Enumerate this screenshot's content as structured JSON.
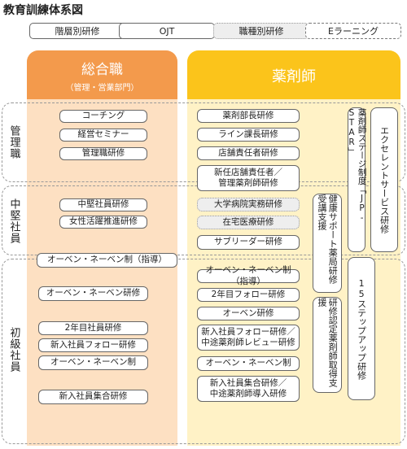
{
  "title": "教育訓練体系図",
  "legend": {
    "tiered": "階層別研修",
    "ojt": "OJT",
    "job_type": "職種別研修",
    "elearning": "Eラーニング"
  },
  "columns": {
    "general": {
      "title": "総合職",
      "subtitle": "（管理・営業部門）"
    },
    "pharmacist": {
      "title": "薬剤師"
    }
  },
  "row_labels": {
    "management": "管理職",
    "mid": "中堅社員",
    "junior": "初級社員"
  },
  "general_boxes": {
    "coaching": "コーチング",
    "mgmt_seminar": "経営セミナー",
    "mgmt_training": "管理職研修",
    "mid_training": "中堅社員研修",
    "women": "女性活躍推進研修",
    "oben_system_lead": "オーベン・ネーベン制（指導）",
    "oben_training": "オーベン・ネーベン研修",
    "second_year": "2年目社員研修",
    "newcomer_followup": "新入社員フォロー研修",
    "oben_system": "オーベン・ネーベン制",
    "newcomer_group": "新入社員集合研修"
  },
  "pharm_boxes": {
    "dept_head": "薬剤部長研修",
    "line_manager": "ライン課長研修",
    "store_manager": "店舗責任者研修",
    "new_store_manager": "新任店舗責任者／\n管理薬剤師研修",
    "univ_hospital": "大学病院実務研修",
    "home_care": "在宅医療研修",
    "sub_leader": "サブリーダー研修",
    "oben_system_lead": "オーベン・ネーベン制（指導）",
    "second_year_followup": "2年目フォロー研修",
    "oben_training": "オーベン研修",
    "newcomer_followup": "新入社員フォロー研修／\n中途薬剤師レビュー研修",
    "oben_system": "オーベン・ネーベン制",
    "newcomer_group": "新入社員集合研修／\n中途薬剤師導入研修"
  },
  "vertical_boxes": {
    "jp_star": "薬剤師ステージ制度「JP-STAR」",
    "excellent_service": "エクセレントサービス研修",
    "health_support": "健康サポート薬局研修受講支援",
    "fifteen_step": "15ステップアップ研修",
    "certified": "研修認定薬剤師取得支援"
  },
  "colors": {
    "general_header": "#f39a4c",
    "general_body": "#fde0c2",
    "pharm_header": "#fbc41b",
    "pharm_body": "#fff2c6"
  }
}
